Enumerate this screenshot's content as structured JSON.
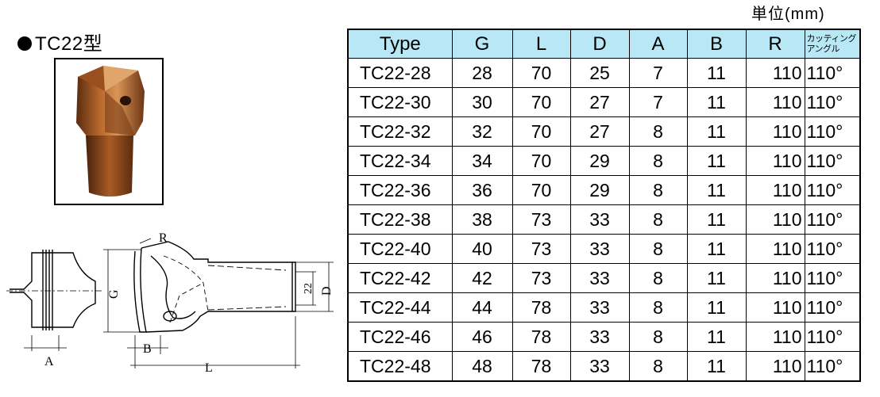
{
  "title": "TC22型",
  "unit": "単位(mm)",
  "drawing_labels": {
    "R": "R",
    "G": "G",
    "D": "D",
    "twentytwo": "22",
    "A": "A",
    "B": "B",
    "L": "L"
  },
  "table": {
    "headers": [
      "Type",
      "G",
      "L",
      "D",
      "A",
      "B",
      "R"
    ],
    "cutting_header": [
      "カッティング",
      "アングル"
    ],
    "rows": [
      [
        "TC22-28",
        "28",
        "70",
        "25",
        "7",
        "11",
        "110",
        "110°"
      ],
      [
        "TC22-30",
        "30",
        "70",
        "27",
        "7",
        "11",
        "110",
        "110°"
      ],
      [
        "TC22-32",
        "32",
        "70",
        "27",
        "8",
        "11",
        "110",
        "110°"
      ],
      [
        "TC22-34",
        "34",
        "70",
        "29",
        "8",
        "11",
        "110",
        "110°"
      ],
      [
        "TC22-36",
        "36",
        "70",
        "29",
        "8",
        "11",
        "110",
        "110°"
      ],
      [
        "TC22-38",
        "38",
        "73",
        "33",
        "8",
        "11",
        "110",
        "110°"
      ],
      [
        "TC22-40",
        "40",
        "73",
        "33",
        "8",
        "11",
        "110",
        "110°"
      ],
      [
        "TC22-42",
        "42",
        "73",
        "33",
        "8",
        "11",
        "110",
        "110°"
      ],
      [
        "TC22-44",
        "44",
        "78",
        "33",
        "8",
        "11",
        "110",
        "110°"
      ],
      [
        "TC22-46",
        "46",
        "78",
        "33",
        "8",
        "11",
        "110",
        "110°"
      ],
      [
        "TC22-48",
        "48",
        "78",
        "33",
        "8",
        "11",
        "110",
        "110°"
      ]
    ]
  }
}
